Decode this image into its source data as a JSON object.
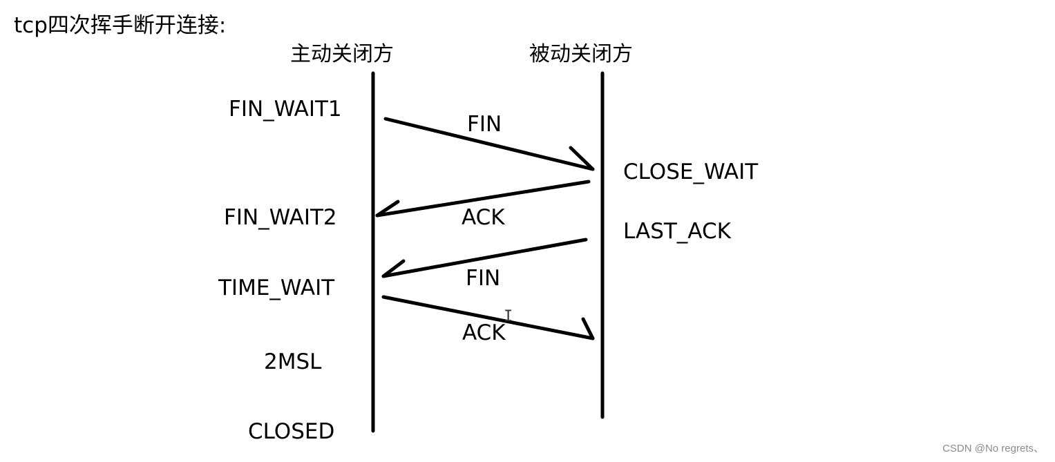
{
  "title": "tcp四次挥手断开连接:",
  "columns": {
    "left": "主动关闭方",
    "right": "被动关闭方"
  },
  "left_states": [
    "FIN_WAIT1",
    "FIN_WAIT2",
    "TIME_WAIT",
    "2MSL",
    "CLOSED"
  ],
  "right_states": [
    "CLOSE_WAIT",
    "LAST_ACK"
  ],
  "messages": [
    "FIN",
    "ACK",
    "FIN",
    "ACK"
  ],
  "watermark": "CSDN @No regrets、",
  "colors": {
    "ink": "#000000",
    "watermark": "#8a8a8a"
  }
}
